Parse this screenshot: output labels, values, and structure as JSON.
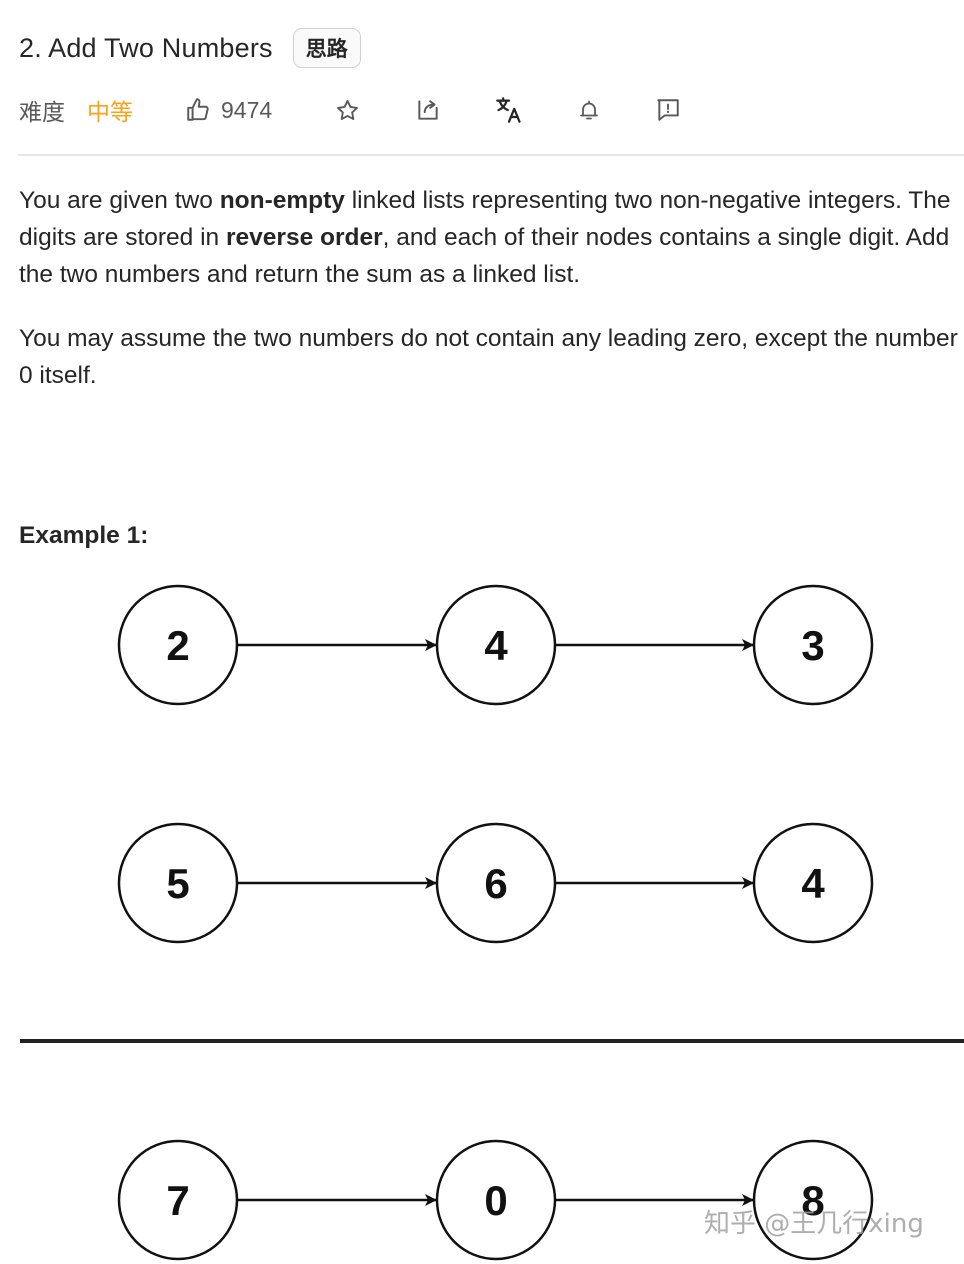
{
  "problem": {
    "title": "2. Add Two Numbers",
    "tag": "思路"
  },
  "meta": {
    "difficulty_label": "难度",
    "difficulty_value": "中等",
    "likes": "9474",
    "colors": {
      "difficulty_medium": "#ffa116",
      "text": "#262626",
      "muted": "#595959"
    },
    "icons": [
      "thumbs-up-icon",
      "star-icon",
      "share-icon",
      "translate-icon",
      "bell-icon",
      "feedback-icon"
    ]
  },
  "description": {
    "p1_a": "You are given two ",
    "p1_b": "non-empty",
    "p1_c": " linked lists representing two non-negative integers. The digits are stored in ",
    "p1_d": "reverse order",
    "p1_e": ", and each of their nodes contains a single digit. Add the two numbers and return the sum as a linked list.",
    "p2": "You may assume the two numbers do not contain any leading zero, except the number 0 itself."
  },
  "example": {
    "title": "Example 1:",
    "lists": [
      [
        "2",
        "4",
        "3"
      ],
      [
        "5",
        "6",
        "4"
      ],
      [
        "7",
        "0",
        "8"
      ]
    ]
  },
  "watermark": "知乎 @王几行xing"
}
